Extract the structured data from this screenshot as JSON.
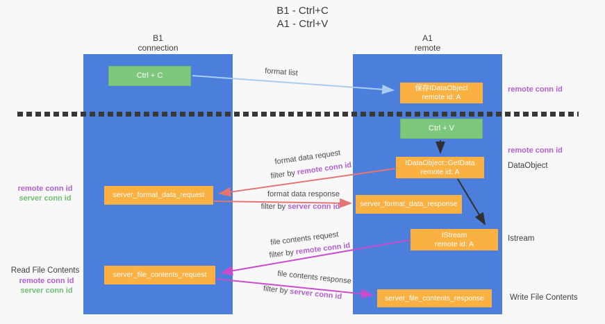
{
  "title": {
    "line1": "B1 - Ctrl+C",
    "line2": "A1 - Ctrl+V"
  },
  "columns": {
    "left": {
      "name": "B1",
      "sub": "connection"
    },
    "right": {
      "name": "A1",
      "sub": "remote"
    }
  },
  "boxes": {
    "ctrl_c": "Ctrl + C",
    "ctrl_v": "Ctrl + V",
    "save_dataobject": {
      "line1": "保存IDataObject",
      "line2": "remote id: A"
    },
    "getdata": {
      "line1": "IDataObject::GetData",
      "line2": "remote id: A"
    },
    "istream": {
      "line1": "IStream",
      "line2": "remote id: A"
    },
    "format_request": "server_format_data_request",
    "format_response": "server_format_data_response",
    "file_request": "server_file_contents_request",
    "file_response": "server_file_contents_response"
  },
  "arrow_labels": {
    "format_list": "format list",
    "format_request_line1": "format data request",
    "format_request_prefix": "filter by ",
    "format_request_highlight": "remote conn id",
    "format_response_line1": "format data response",
    "format_response_prefix": "filter by ",
    "format_response_highlight": "server conn id",
    "file_request_line1": "file contents request",
    "file_request_prefix": "filter by ",
    "file_request_highlight": "remote conn id",
    "file_response_line1": "file contents response",
    "file_response_prefix": "filter by ",
    "file_response_highlight": "server conn id"
  },
  "side_labels": {
    "right_remote_1": "remote conn id",
    "right_remote_2": "remote conn id",
    "dataobject": "DataObject",
    "istream": "Istream",
    "write_file": "Write File Contents",
    "left_remote_1": "remote conn id",
    "left_server_1": "server conn id",
    "read_file": "Read File Contents",
    "left_remote_2": "remote conn id",
    "left_server_2": "server conn id"
  },
  "colors": {
    "bg": "#f8f8f8",
    "lane": "#4b7fdb",
    "box_orange": "#fbb042",
    "box_green": "#7cc97d",
    "arrow_blue": "#a9cdf0",
    "arrow_red": "#e77472",
    "arrow_magenta": "#cb4ccb",
    "arrow_black": "#303030",
    "text_purple": "#b35fd2",
    "text_green": "#6fbf72"
  }
}
